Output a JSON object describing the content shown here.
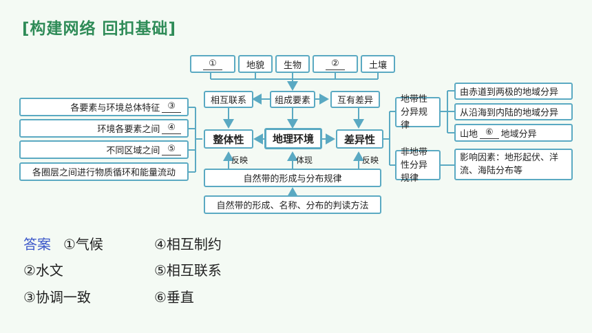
{
  "title": "[构建网络 回扣基础]",
  "top_row": {
    "blank1": "①",
    "landform": "地貌",
    "biology": "生物",
    "blank2": "②",
    "soil": "土壤"
  },
  "middle_row": {
    "interconnection": "相互联系",
    "composition": "组成要素",
    "differences": "互有差异"
  },
  "left_items": {
    "item1_text": "各要素与环境总体特征",
    "item1_blank": "③",
    "item2_text": "环境各要素之间",
    "item2_blank": "④",
    "item3_text": "不同区域之间",
    "item3_blank": "⑤",
    "item4_text": "各圈层之间进行物质循环和能量流动"
  },
  "core": {
    "integrity": "整体性",
    "environment": "地理环境",
    "difference": "差异性"
  },
  "edge_labels": {
    "reflect_left": "反映",
    "embody": "体现",
    "reflect_right": "反映"
  },
  "bottom": {
    "formation_rule": "自然带的形成与分布规律",
    "reading_method": "自然带的形成、名称、分布的判读方法"
  },
  "right_branch": {
    "zonal": "地带性分异规律",
    "equator_to_poles": "由赤道到两极的地域分异",
    "coast_to_inland": "从沿海到内陆的地域分异",
    "mountain_prefix": "山地",
    "mountain_blank": "⑥",
    "mountain_suffix": "地域分异",
    "nonzonal": "非地带性分异规律",
    "factors": "影响因素：地形起伏、洋流、海陆分布等"
  },
  "answer": {
    "heading": "答案",
    "a1": "①气候",
    "a2": "②水文",
    "a3": "③协调一致",
    "a4": "④相互制约",
    "a5": "⑤相互联系",
    "a6": "⑥垂直"
  },
  "colors": {
    "title": "#2e8b57",
    "border": "#5aa9c2",
    "answer_heading": "#3a56c9"
  }
}
